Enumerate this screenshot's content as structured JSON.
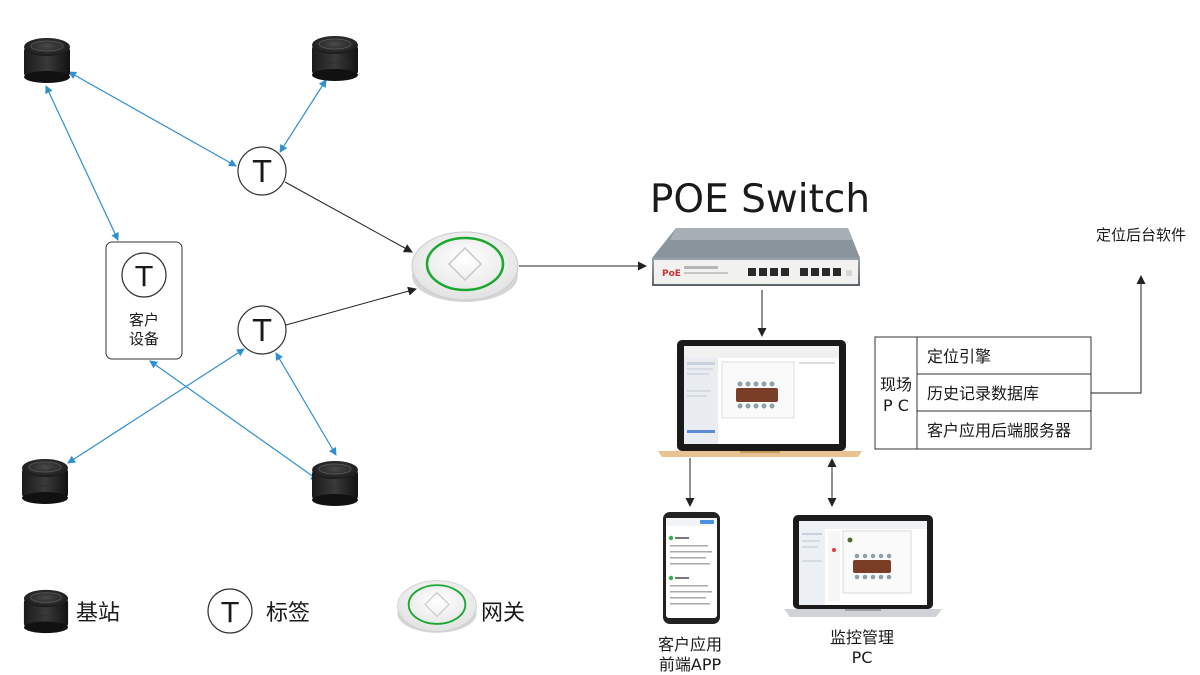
{
  "title": "POE Switch",
  "tag_letter": "T",
  "customer_device": {
    "line1": "客户",
    "line2": "设备"
  },
  "backend_software": "定位后台软件",
  "site_pc": {
    "label_line1": "现场",
    "label_line2": "P C",
    "rows": [
      "定位引擎",
      "历史记录数据库",
      "客户应用后端服务器"
    ]
  },
  "customer_app": {
    "line1": "客户应用",
    "line2": "前端APP"
  },
  "monitor_pc": {
    "line1": "监控管理",
    "line2": "PC"
  },
  "legend": {
    "base_station": "基站",
    "tag": "标签",
    "gateway": "网关"
  },
  "switch_brand": "PoE",
  "colors": {
    "blue_link": "#2f8fd0",
    "black_link": "#222222",
    "gateway_green": "#1aa832"
  }
}
